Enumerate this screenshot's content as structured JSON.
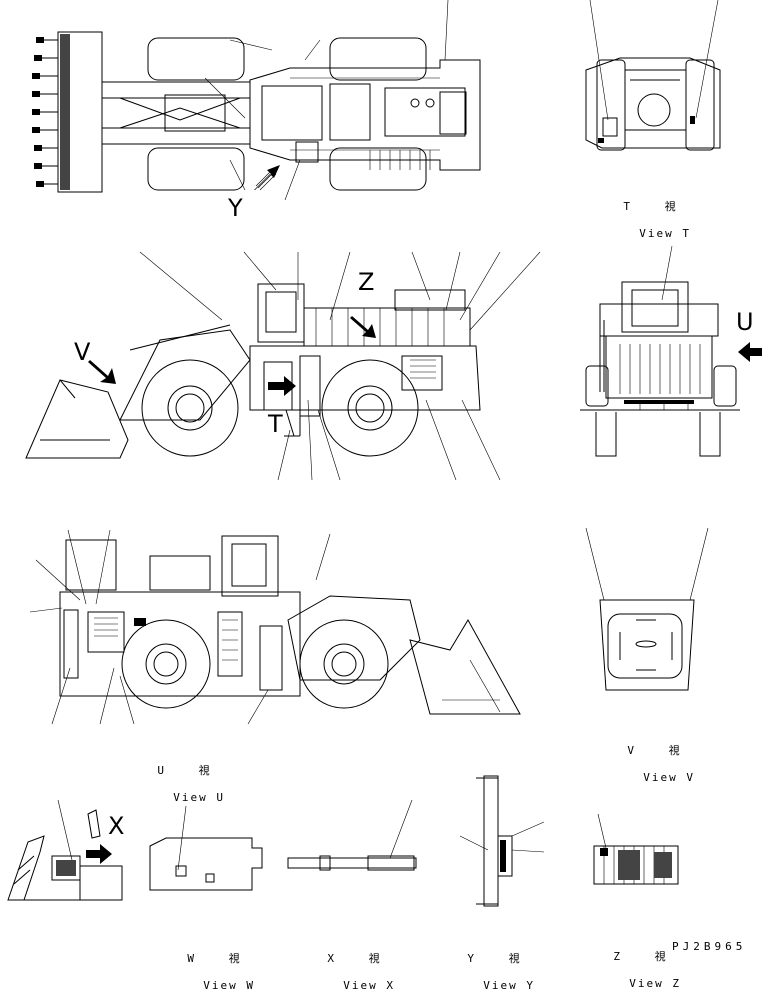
{
  "views": {
    "t": {
      "jp": "T 視",
      "en": "View T"
    },
    "u": {
      "jp": "U 視",
      "en": "View U"
    },
    "v": {
      "jp": "V 視",
      "en": "View V"
    },
    "w": {
      "jp": "W 視",
      "en": "View W"
    },
    "x": {
      "jp": "X 視",
      "en": "View X"
    },
    "y": {
      "jp": "Y 視",
      "en": "View Y"
    },
    "z": {
      "jp": "Z 視",
      "en": "View Z"
    }
  },
  "markers": {
    "y": "Y",
    "z": "Z",
    "v": "V",
    "t": "T",
    "u": "U",
    "x": "X"
  },
  "drawing_code": "PJ2B965"
}
